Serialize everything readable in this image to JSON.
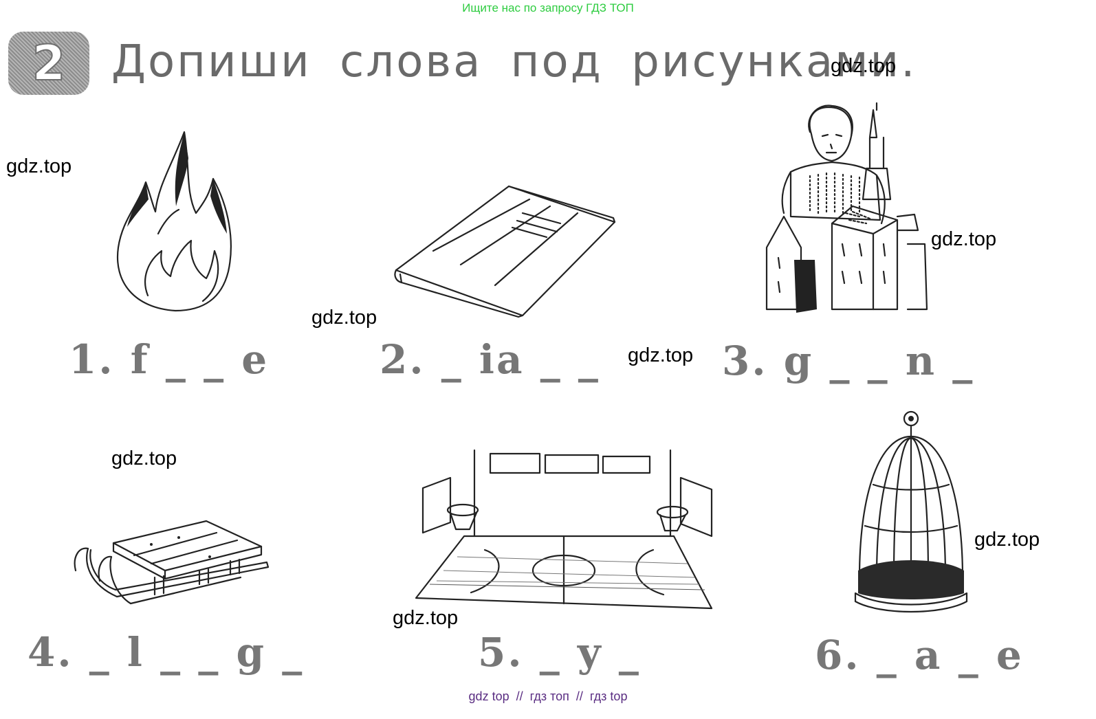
{
  "top_banner": "Ищите нас по запросу ГДЗ ТОП",
  "task": {
    "number": "2",
    "title": "Допиши слова под рисунками."
  },
  "watermark": "gdz.top",
  "items": [
    {
      "label": "1. f _ _ e"
    },
    {
      "label": "2. _ ia _ _"
    },
    {
      "label": "3. g _ _ n _"
    },
    {
      "label": "4. _ l _ _ g _"
    },
    {
      "label": "5. _ y _"
    },
    {
      "label": "6. _ a _ e"
    }
  ],
  "footer": "gdz top  //  гдз топ  //  гдз top",
  "colors": {
    "banner": "#2ecc40",
    "footer": "#5a2d82",
    "title": "#6a6a6a",
    "labels": "#777777"
  },
  "illustrations": [
    "fire",
    "book",
    "giant",
    "sledge",
    "gym",
    "cage"
  ]
}
